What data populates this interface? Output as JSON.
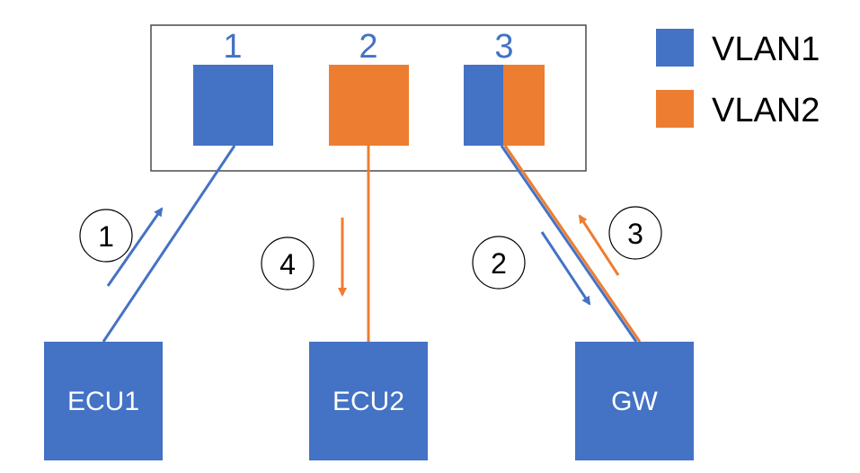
{
  "colors": {
    "vlan1": "#4472c4",
    "vlan2": "#ed7d31",
    "switch_border": "#4a4a4a",
    "text_dark": "#000000",
    "text_light": "#ffffff"
  },
  "switch": {
    "ports": [
      {
        "label": "1",
        "vlans": [
          "VLAN1"
        ]
      },
      {
        "label": "2",
        "vlans": [
          "VLAN2"
        ]
      },
      {
        "label": "3",
        "vlans": [
          "VLAN1",
          "VLAN2"
        ]
      }
    ]
  },
  "legend": [
    {
      "label": "VLAN1",
      "color": "#4472c4"
    },
    {
      "label": "VLAN2",
      "color": "#ed7d31"
    }
  ],
  "devices": [
    {
      "label": "ECU1",
      "connected_port": "1",
      "color": "#4472c4"
    },
    {
      "label": "ECU2",
      "connected_port": "2",
      "color": "#4472c4"
    },
    {
      "label": "GW",
      "connected_port": "3",
      "color": "#4472c4"
    }
  ],
  "steps": [
    {
      "label": "1",
      "direction": "ECU1 to switch port 1",
      "color": "#4472c4"
    },
    {
      "label": "2",
      "direction": "switch port 3 to GW",
      "color": "#4472c4"
    },
    {
      "label": "3",
      "direction": "GW to switch port 3",
      "color": "#ed7d31"
    },
    {
      "label": "4",
      "direction": "switch port 2 to ECU2",
      "color": "#ed7d31"
    }
  ]
}
